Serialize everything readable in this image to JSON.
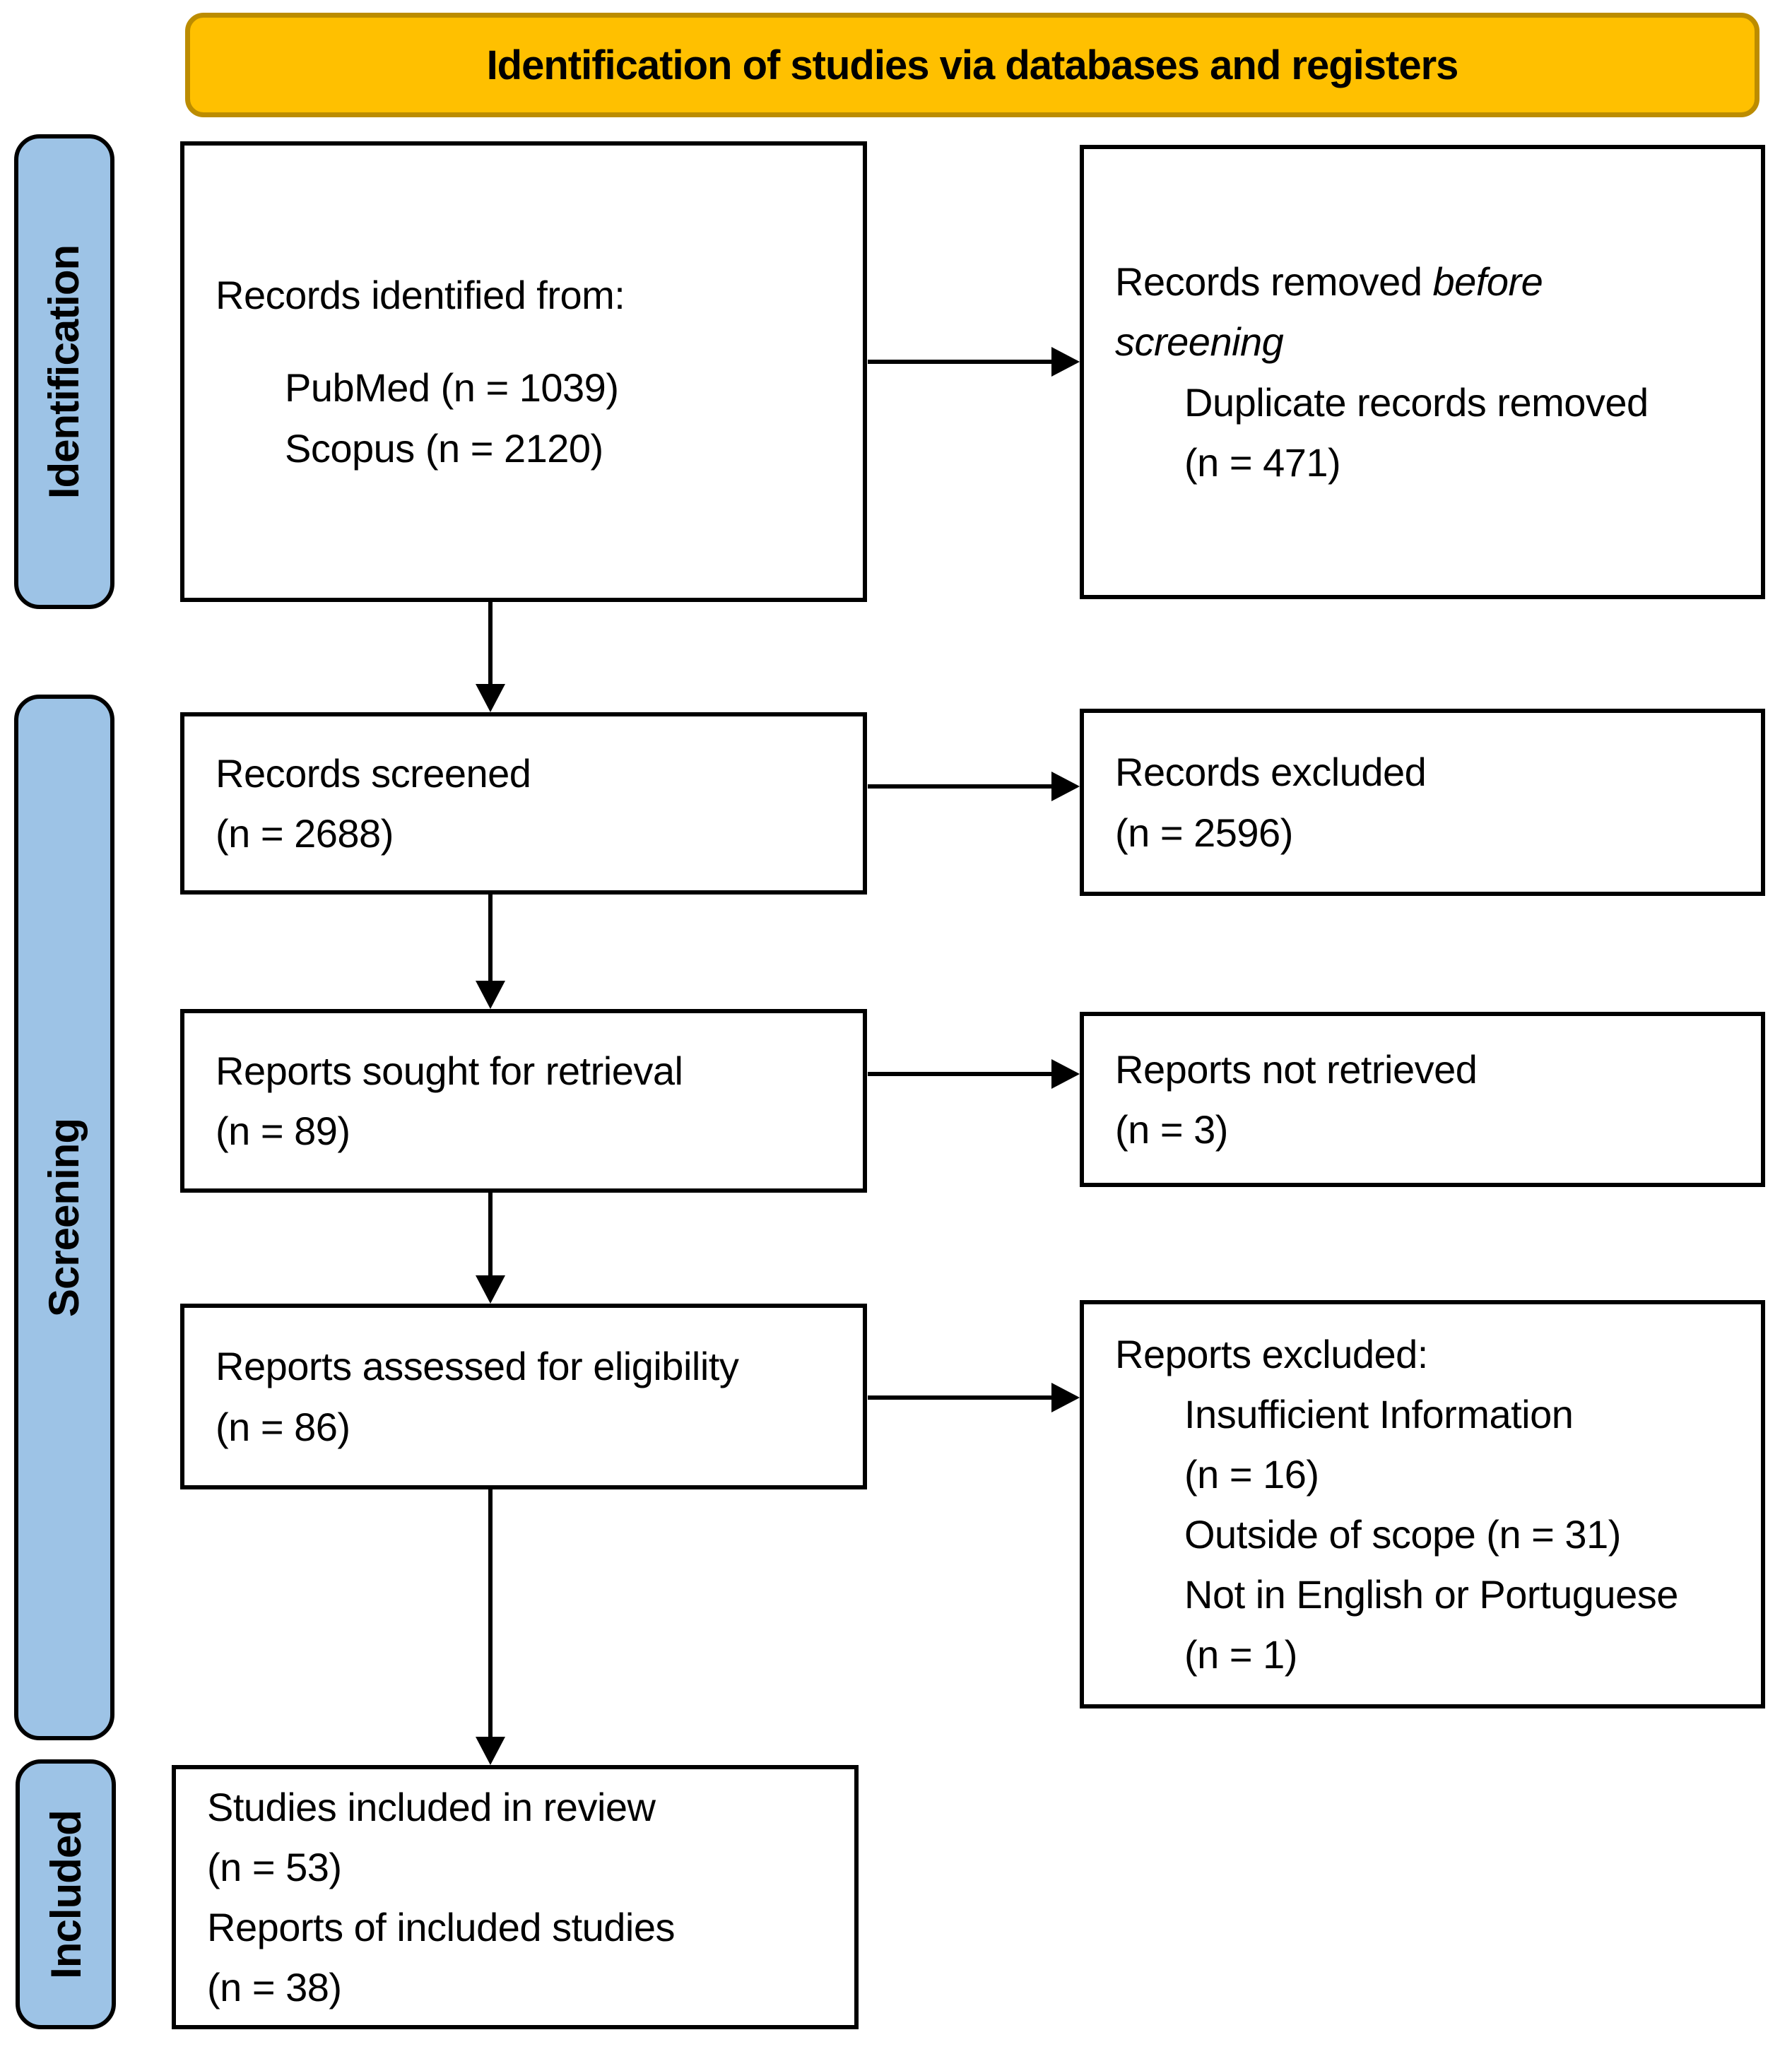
{
  "header": {
    "title": "Identification of studies via databases and registers"
  },
  "sidebar": {
    "items": [
      {
        "label": "Identification"
      },
      {
        "label": "Screening"
      },
      {
        "label": "Included"
      }
    ]
  },
  "colors": {
    "banner_fill": "#FFC000",
    "banner_border": "#BC8C00",
    "stage_fill": "#9DC3E6",
    "box_border": "#000000"
  },
  "boxes": {
    "records_identified": {
      "lines": [
        {
          "indent": 0,
          "segments": [
            {
              "t": "Records identified from:"
            }
          ]
        },
        {
          "indent": 1,
          "gap": true,
          "segments": [
            {
              "t": "PubMed (n = 1039)"
            }
          ]
        },
        {
          "indent": 1,
          "segments": [
            {
              "t": "Scopus (n = 2120)"
            }
          ]
        }
      ]
    },
    "records_removed": {
      "lines": [
        {
          "indent": 0,
          "segments": [
            {
              "t": "Records removed "
            },
            {
              "t": "before",
              "italic": true
            }
          ]
        },
        {
          "indent": 0,
          "segments": [
            {
              "t": "screening",
              "italic": true
            }
          ]
        },
        {
          "indent": 1,
          "segments": [
            {
              "t": "Duplicate records removed"
            }
          ]
        },
        {
          "indent": 1,
          "segments": [
            {
              "t": "(n = 471)"
            }
          ]
        }
      ]
    },
    "records_screened": {
      "lines": [
        {
          "indent": 0,
          "segments": [
            {
              "t": "Records screened"
            }
          ]
        },
        {
          "indent": 0,
          "segments": [
            {
              "t": "(n = 2688)"
            }
          ]
        }
      ]
    },
    "records_excluded": {
      "lines": [
        {
          "indent": 0,
          "segments": [
            {
              "t": "Records excluded"
            }
          ]
        },
        {
          "indent": 0,
          "segments": [
            {
              "t": "(n = 2596)"
            }
          ]
        }
      ]
    },
    "reports_sought": {
      "lines": [
        {
          "indent": 0,
          "segments": [
            {
              "t": "Reports sought for retrieval"
            }
          ]
        },
        {
          "indent": 0,
          "segments": [
            {
              "t": "(n = 89)"
            }
          ]
        }
      ]
    },
    "reports_not_retrieved": {
      "lines": [
        {
          "indent": 0,
          "segments": [
            {
              "t": "Reports not retrieved"
            }
          ]
        },
        {
          "indent": 0,
          "segments": [
            {
              "t": "(n = 3)"
            }
          ]
        }
      ]
    },
    "reports_assessed": {
      "lines": [
        {
          "indent": 0,
          "segments": [
            {
              "t": "Reports assessed for eligibility"
            }
          ]
        },
        {
          "indent": 0,
          "segments": [
            {
              "t": "(n = 86)"
            }
          ]
        }
      ]
    },
    "reports_excluded": {
      "lines": [
        {
          "indent": 0,
          "segments": [
            {
              "t": "Reports excluded:"
            }
          ]
        },
        {
          "indent": 1,
          "segments": [
            {
              "t": "Insufficient Information"
            }
          ]
        },
        {
          "indent": 1,
          "segments": [
            {
              "t": "(n = 16)"
            }
          ]
        },
        {
          "indent": 1,
          "segments": [
            {
              "t": "Outside of scope (n = 31)"
            }
          ]
        },
        {
          "indent": 1,
          "segments": [
            {
              "t": "Not in English or Portuguese"
            }
          ]
        },
        {
          "indent": 1,
          "segments": [
            {
              "t": "(n = 1)"
            }
          ]
        }
      ]
    },
    "studies_included": {
      "lines": [
        {
          "indent": 0,
          "segments": [
            {
              "t": "Studies included in review"
            }
          ]
        },
        {
          "indent": 0,
          "segments": [
            {
              "t": "(n = 53)"
            }
          ]
        },
        {
          "indent": 0,
          "segments": [
            {
              "t": "Reports of included studies"
            }
          ]
        },
        {
          "indent": 0,
          "segments": [
            {
              "t": "(n = 38)"
            }
          ]
        }
      ]
    }
  }
}
